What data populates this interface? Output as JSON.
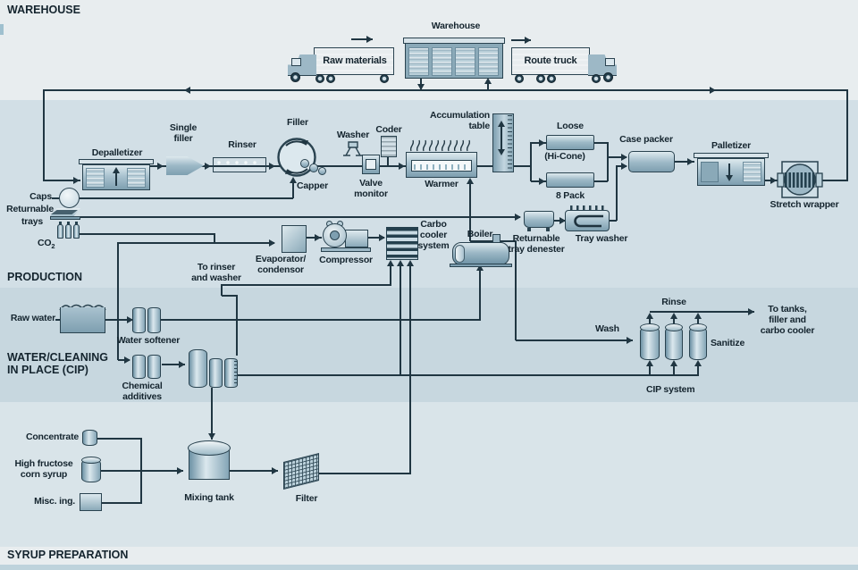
{
  "sections": {
    "warehouse": "WAREHOUSE",
    "production": "PRODUCTION",
    "water_line1": "WATER/CLEANING",
    "water_line2": "IN PLACE (CIP)",
    "syrup": "SYRUP PREPARATION"
  },
  "warehouse": {
    "building": "Warehouse",
    "raw_truck": "Raw materials",
    "route_truck": "Route truck"
  },
  "production": {
    "depalletizer": "Depalletizer",
    "single_filler": "Single filler",
    "rinser": "Rinser",
    "filler": "Filler",
    "capper": "Capper",
    "washer": "Washer",
    "valve_monitor": "Valve monitor",
    "coder": "Coder",
    "warmer": "Warmer",
    "accumulation_table": "Accumulation table",
    "loose": "Loose",
    "hi_cone": "(Hi-Cone)",
    "eight_pack": "8 Pack",
    "case_packer": "Case packer",
    "palletizer": "Palletizer",
    "stretch_wrapper": "Stretch wrapper",
    "caps": "Caps",
    "returnable_line1": "Returnable",
    "returnable_line2": "trays",
    "co2_base": "CO",
    "co2_sub": "2",
    "evaporator": "Evaporator/ condensor",
    "compressor": "Compressor",
    "carbo_cooler": "Carbo cooler system",
    "boiler": "Boiler",
    "tray_denester": "Returnable tray denester",
    "tray_washer": "Tray washer"
  },
  "water_cip": {
    "to_rinser": "To rinser and washer",
    "raw_water": "Raw water",
    "water_softener": "Water softener",
    "chemical_additives": "Chemical additives",
    "wash": "Wash",
    "rinse": "Rinse",
    "sanitize": "Sanitize",
    "cip_system": "CIP system",
    "to_tanks": "To tanks, filler and carbo cooler"
  },
  "syrup": {
    "concentrate": "Concentrate",
    "hfcs": "High fructose corn syrup",
    "misc": "Misc. ing.",
    "mixing_tank": "Mixing tank",
    "filter": "Filter"
  },
  "colors": {
    "line": "#203642",
    "machine_steel": "#9db8c6",
    "band_light": "#e8edef",
    "band_production": "#d2dfe6",
    "band_water": "#c7d7df",
    "band_syrup": "#d9e4e9",
    "band_footer": "#bed3dc"
  }
}
